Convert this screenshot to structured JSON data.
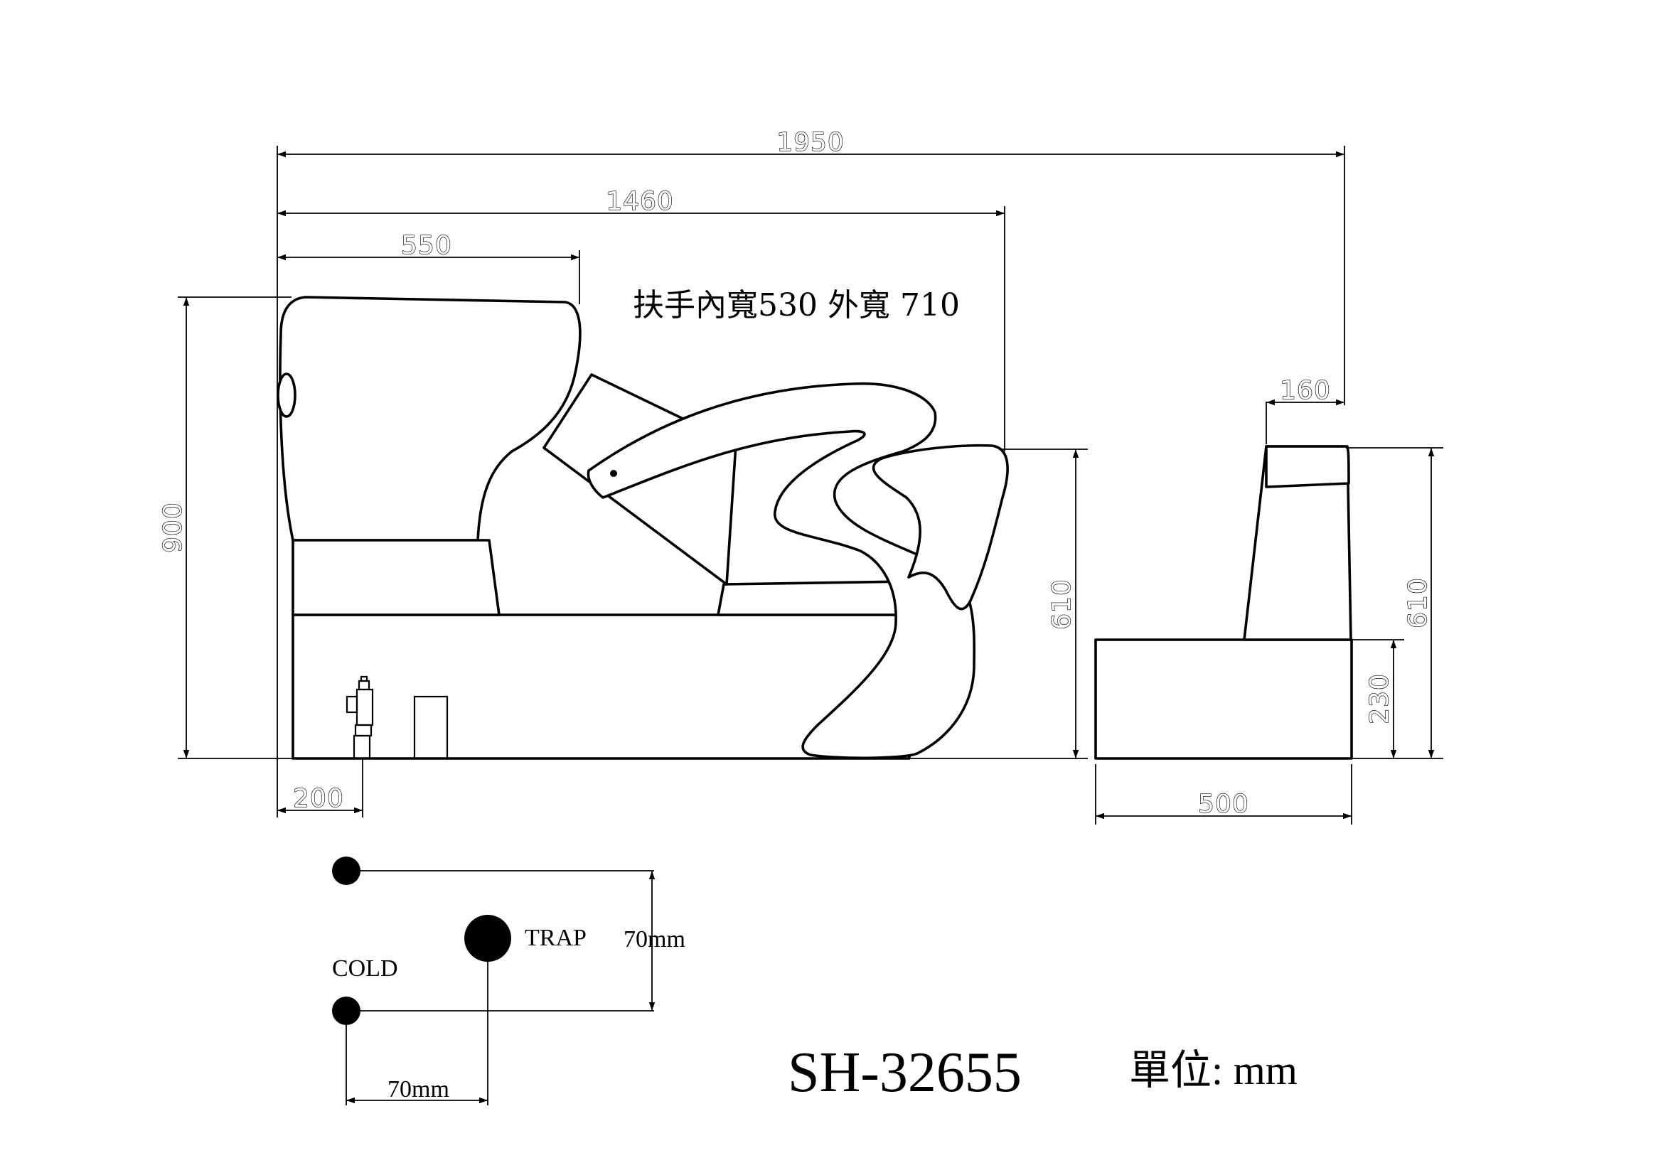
{
  "dimensions": {
    "total_length": "1950",
    "length_to_footrest_top": "1460",
    "bowl_length": "550",
    "total_height": "900",
    "footrest_height": "610",
    "drain_offset": "200",
    "armrest_width": "160",
    "side_height": "610",
    "seat_height": "230",
    "depth": "500"
  },
  "annotations": {
    "armrest_width_note": "扶手內寬530 外寬 710"
  },
  "plumbing": {
    "trap_label": "TRAP",
    "cold_label": "COLD",
    "vertical_spacing": "70mm",
    "horizontal_spacing": "70mm"
  },
  "title_block": {
    "model": "SH-32655",
    "unit_label": "單位: mm"
  }
}
